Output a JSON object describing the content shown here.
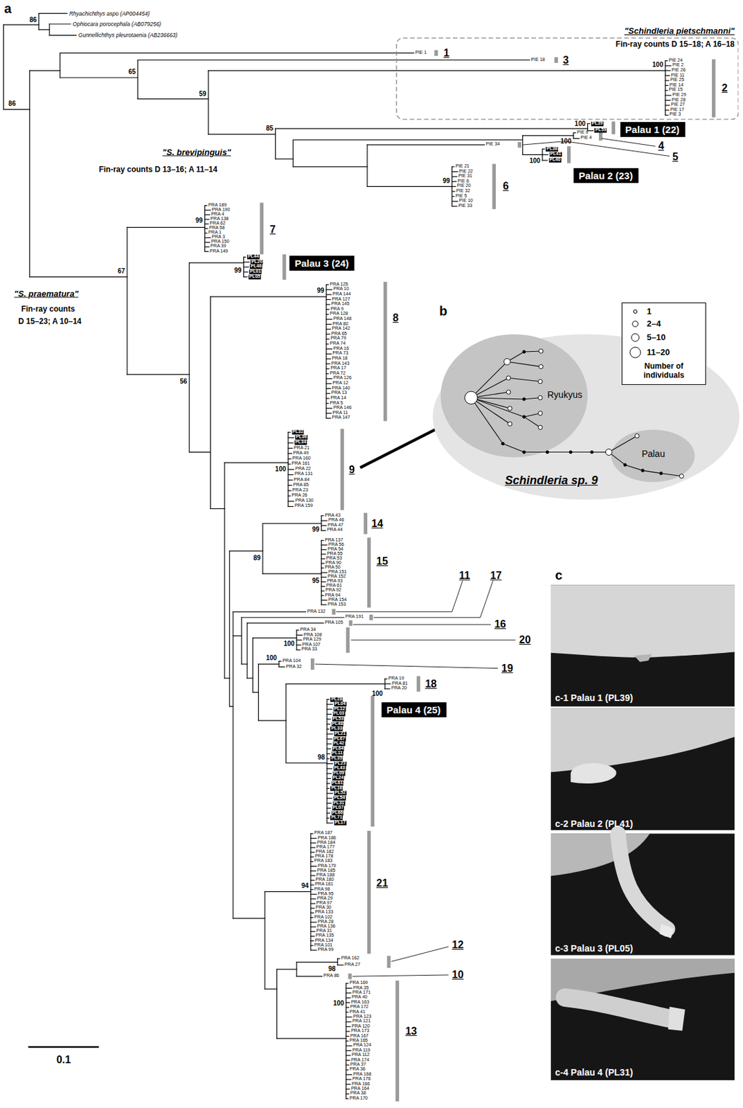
{
  "diagram": {
    "nodes": [
      {
        "text": [
          "\"Schindleria pietschmanni\"",
          "Fin-ray counts D 15–18; A 16–18"
        ]
      },
      {
        "text": [
          "Palau 1 (22)"
        ]
      },
      {
        "text": [
          "Palau 2 (23)"
        ]
      },
      {
        "text": [
          "Palau 3 (24)"
        ]
      },
      {
        "text": [
          "Palau 4 (25)"
        ]
      },
      {
        "text": [
          "Schindleria sp. 9"
        ]
      },
      {
        "text": [
          "Ryukyus"
        ],
        "in": 5
      },
      {
        "text": [
          "Palau"
        ],
        "in": 5
      }
    ],
    "labels": [
      "86",
      "Rhyachichthys aspo (AP004454)",
      "Ophiocara porocephala (AB079256)",
      "Gunnellichthys pleurotaenia (AB236663)",
      "86",
      "65",
      "59",
      "100",
      "85",
      "100",
      "100",
      "100",
      "99",
      "\"S. brevipinguis\"",
      "Fin-ray counts D 13–16; A 11–14",
      "1",
      "3",
      "2",
      "4",
      "5",
      "6",
      "\"S. praematura\"",
      "Fin-ray counts",
      "D 15–23; A 10–14",
      "67",
      "99",
      "7",
      "56",
      "99",
      "99",
      "8",
      "100",
      "9",
      "89",
      "99",
      "14",
      "95",
      "15",
      "11",
      "17",
      "16",
      "100",
      "20",
      "100",
      "19",
      "100",
      "18",
      "98",
      "94",
      "21",
      "98",
      "12",
      "10",
      "100",
      "13",
      "a",
      "b",
      "c",
      "0.1",
      "Number of individuals",
      "c-1 Palau 1 (PL39)",
      "c-2 Palau 2 (PL41)",
      "c-3 Palau 3 (PL05)",
      "c-4 Palau 4 (PL31)",
      "PIE 1",
      "PIE 18",
      "PIE 24",
      "PIE 2",
      "PIE 26",
      "PIE 11",
      "PIE 25",
      "PIE 14",
      "PIE 15",
      "PIE 29",
      "PIE 28",
      "PIE 27",
      "PIE 17",
      "PIE 3",
      "PL39",
      "PL59",
      "PIE 9",
      "PIE 4",
      "PL38",
      "PL41",
      "PL40",
      "PIE 34",
      "PIE 21",
      "PIE 22",
      "PIE 31",
      "PIE 6",
      "PIE 20",
      "PIE 32",
      "PIE 5",
      "PIE 10",
      "PIE 33",
      "PRA 189",
      "PRA 190",
      "PRA 4",
      "PRA 138",
      "PRA 62",
      "PRA 58",
      "PRA 1",
      "PRA 3",
      "PRA 150",
      "PRA 39",
      "PRA 149",
      "PL44",
      "PL20",
      "PL46",
      "PL01",
      "PL05",
      "PRA 125",
      "PRA 10",
      "PRA 144",
      "PRA 127",
      "PRA 145",
      "PRA 9",
      "PRA 128",
      "PRA 148",
      "PRA 80",
      "PRA 142",
      "PRA 65",
      "PRA 79",
      "PRA 74",
      "PRA 16",
      "PRA 73",
      "PRA 18",
      "PRA 143",
      "PRA 17",
      "PRA 72",
      "PRA 126",
      "PRA 12",
      "PRA 140",
      "PRA 13",
      "PRA 14",
      "PRA 5",
      "PRA 146",
      "PRA 11",
      "PRA 147",
      "PL32",
      "PL36",
      "PL34",
      "PRA 21",
      "PRA 49",
      "PRA 160",
      "PRA 161",
      "PRA 22",
      "PRA 131",
      "PRA 84",
      "PRA 85",
      "PRA 23",
      "PRA 26",
      "PRA 130",
      "PRA 159",
      "PRA 43",
      "PRA 46",
      "PRA 47",
      "PRA 44",
      "PRA 137",
      "PRA 56",
      "PRA 54",
      "PRA 55",
      "PRA 53",
      "PRA 90",
      "PRA 50",
      "PRA 151",
      "PRA 152",
      "PRA 93",
      "PRA 61",
      "PRA 92",
      "PRA 94",
      "PRA 154",
      "PRA 153",
      "PRA 132",
      "PRA 191",
      "PRA 105",
      "PRA 34",
      "PRA 108",
      "PRA 129",
      "PRA 107",
      "PRA 33",
      "PRA 104",
      "PRA 32",
      "PRA 19",
      "PRA 81",
      "PRA 20",
      "PL28",
      "PL04",
      "PL12",
      "PL03",
      "PL53",
      "PL48",
      "PL33",
      "PL21",
      "PL67",
      "PL42",
      "PL64",
      "PL11",
      "PL35",
      "PL23",
      "PL43",
      "PL09",
      "PL24",
      "PL61",
      "PL16",
      "PL52",
      "PL54",
      "PL31",
      "PL07",
      "PL66",
      "PL71",
      "PL17",
      "PRA 187",
      "PRA 186",
      "PRA 184",
      "PRA 177",
      "PRA 182",
      "PRA 178",
      "PRA 183",
      "PRA 179",
      "PRA 185",
      "PRA 188",
      "PRA 180",
      "PRA 181",
      "PRA 98",
      "PRA 95",
      "PRA 29",
      "PRA 97",
      "PRA 30",
      "PRA 133",
      "PRA 102",
      "PRA 28",
      "PRA 136",
      "PRA 31",
      "PRA 135",
      "PRA 134",
      "PRA 101",
      "PRA 99",
      "PRA 162",
      "PRA 27",
      "PRA 86",
      "PRA 169",
      "PRA 35",
      "PRA 171",
      "PRA 40",
      "PRA 163",
      "PRA 172",
      "PRA 41",
      "PRA 123",
      "PRA 121",
      "PRA 120",
      "PRA 173",
      "PRA 167",
      "PRA 165",
      "PRA 124",
      "PRA 119",
      "PRA 112",
      "PRA 174",
      "PRA 37",
      "PRA 36",
      "PRA 168",
      "PRA 176",
      "PRA 166",
      "PRA 164",
      "PRA 38",
      "PRA 170"
    ],
    "legend": [
      {
        "text": "1"
      },
      {
        "text": "2–4"
      },
      {
        "text": "5–10"
      },
      {
        "text": "11–20"
      }
    ]
  }
}
